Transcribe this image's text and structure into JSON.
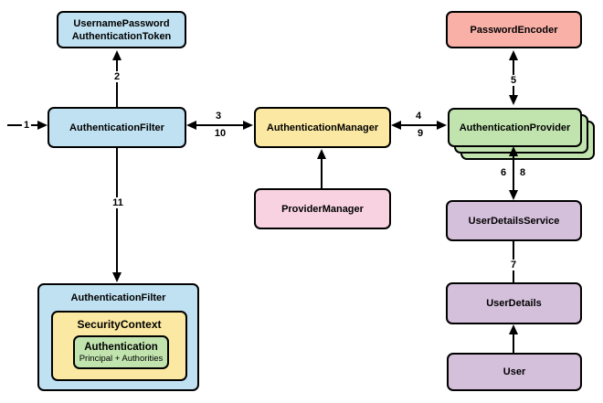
{
  "diagram": {
    "nodes": {
      "username_password_authentication_token": {
        "line1": "UsernamePassword",
        "line2": "AuthenticationToken",
        "fill": "#C0E1F1"
      },
      "authentication_filter": {
        "label": "AuthenticationFilter",
        "fill": "#C0E1F1"
      },
      "authentication_manager": {
        "label": "AuthenticationManager",
        "fill": "#FBE8A2"
      },
      "password_encoder": {
        "label": "PasswordEncoder",
        "fill": "#F9B0A7"
      },
      "authentication_provider": {
        "label": "AuthenticationProvider",
        "fill": "#C1E4AF",
        "stacked": true
      },
      "provider_manager": {
        "label": "ProviderManager",
        "fill": "#F8D2E0"
      },
      "user_details_service": {
        "label": "UserDetailsService",
        "fill": "#D5C0DC"
      },
      "user_details": {
        "label": "UserDetails",
        "fill": "#D5C0DC"
      },
      "user": {
        "label": "User",
        "fill": "#D5C0DC"
      },
      "authentication_filter_context": {
        "label": "AuthenticationFilter",
        "fill": "#C0E1F1"
      },
      "security_context": {
        "label": "SecurityContext",
        "fill": "#FBE8A2"
      },
      "authentication": {
        "label": "Authentication",
        "sublabel": "Principal + Authorities",
        "fill": "#C1E4AF"
      }
    },
    "edges": [
      {
        "from": "left-edge",
        "to": "authentication_filter",
        "direction": "right",
        "label": "1"
      },
      {
        "from": "authentication_filter",
        "to": "username_password_authentication_token",
        "direction": "up",
        "label": "2"
      },
      {
        "from": "authentication_filter",
        "to": "authentication_manager",
        "direction": "both",
        "labels": [
          "3",
          "10"
        ]
      },
      {
        "from": "authentication_manager",
        "to": "authentication_provider",
        "direction": "both",
        "labels": [
          "4",
          "9"
        ]
      },
      {
        "from": "authentication_provider",
        "to": "password_encoder",
        "direction": "both",
        "label": "5"
      },
      {
        "from": "provider_manager",
        "to": "authentication_manager",
        "direction": "up",
        "label": ""
      },
      {
        "from": "authentication_provider",
        "to": "user_details_service",
        "direction": "both",
        "labels": [
          "6",
          "8"
        ]
      },
      {
        "from": "user_details_service",
        "to": "user_details",
        "direction": "none",
        "label": "7"
      },
      {
        "from": "user",
        "to": "user_details",
        "direction": "up",
        "label": ""
      },
      {
        "from": "authentication_filter",
        "to": "authentication_filter_context",
        "direction": "down",
        "label": "11"
      }
    ]
  }
}
